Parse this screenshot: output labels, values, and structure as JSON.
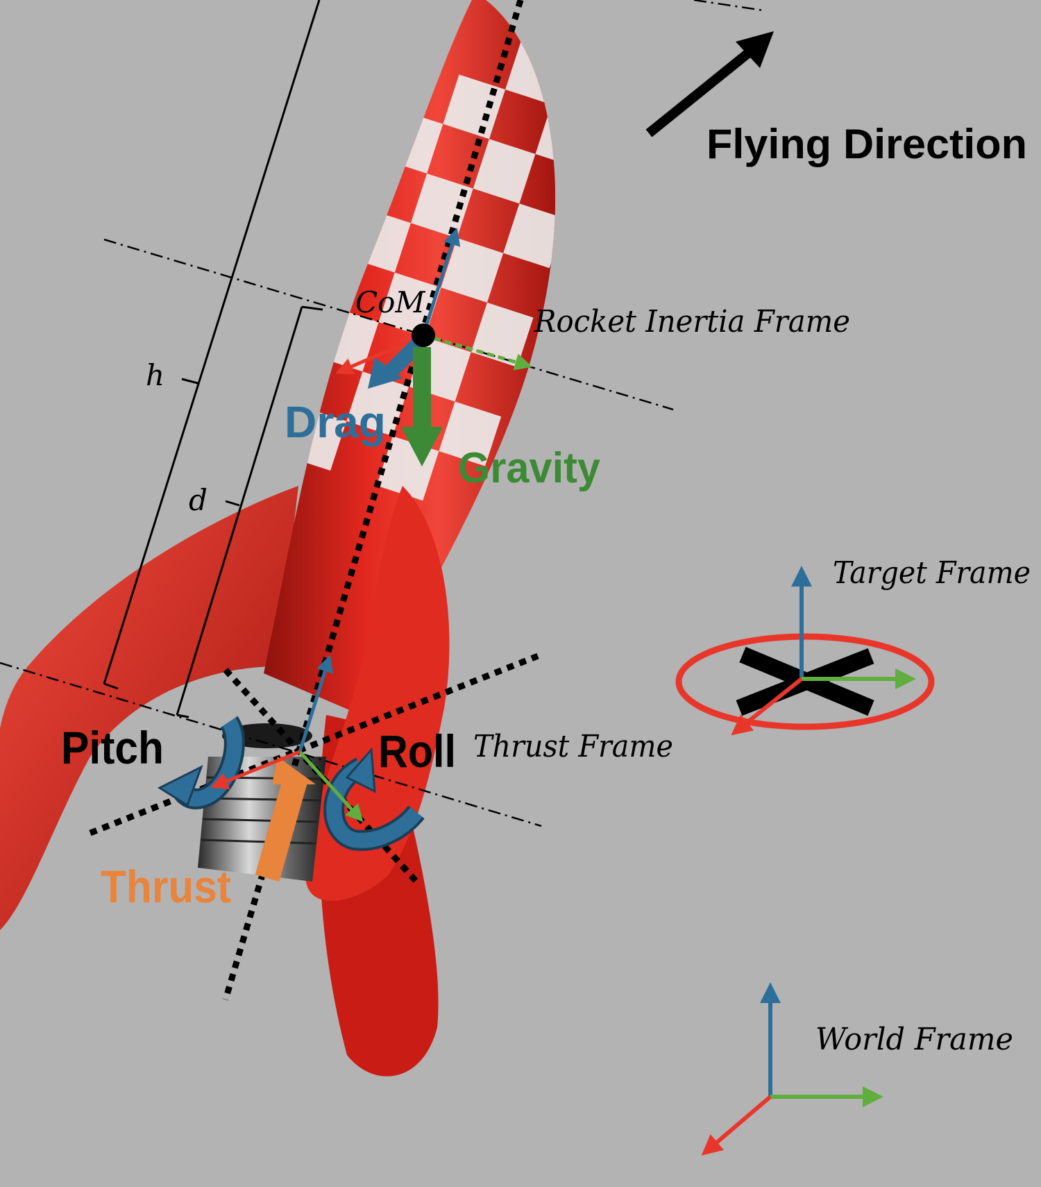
{
  "labels": {
    "flying_direction": "Flying Direction",
    "com": "CoM",
    "rocket_inertia_frame": "Rocket Inertia Frame",
    "drag": "Drag",
    "gravity": "Gravity",
    "h": "h",
    "d": "d",
    "target_frame": "Target Frame",
    "pitch": "Pitch",
    "roll": "Roll",
    "thrust_frame": "Thrust Frame",
    "thrust": "Thrust",
    "world_frame": "World Frame"
  },
  "colors": {
    "background": "#b3b3b3",
    "rocket_red": "#d9231c",
    "rocket_white": "#ececec",
    "axis_blue": "#2e6f9a",
    "axis_green": "#5fae3e",
    "axis_red": "#e8372a",
    "gravity_green": "#3d8a36",
    "thrust_orange": "#e8843c",
    "black": "#000000"
  }
}
